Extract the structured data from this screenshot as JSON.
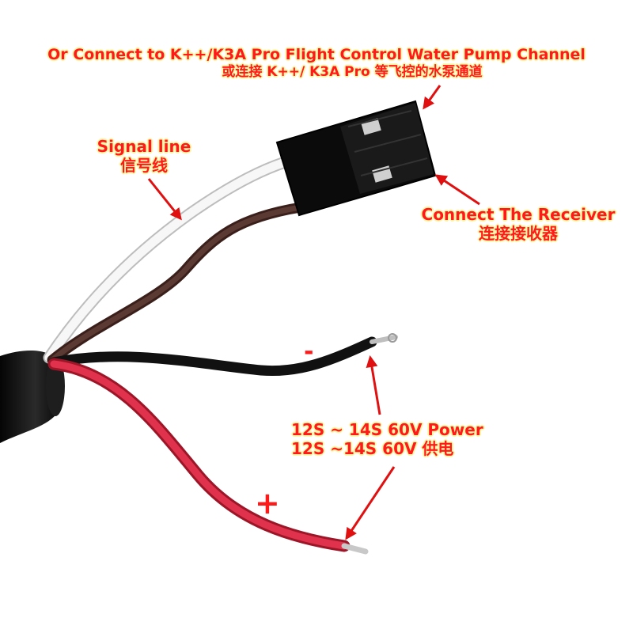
{
  "labels": {
    "flight_control_en": "Or Connect to K++/K3A Pro Flight Control Water Pump Channel",
    "flight_control_zh": "或连接 K++/ K3A Pro 等飞控的水泵通道",
    "signal_en": "Signal line",
    "signal_zh": "信号线",
    "receiver_en": "Connect The Receiver",
    "receiver_zh": "连接接收器",
    "power_en": "12S ~ 14S 60V Power",
    "power_zh": "12S ~14S 60V 供电",
    "minus": "-",
    "plus": "+"
  },
  "colors": {
    "annotation_text": "#ff1a1a",
    "annotation_outline": "#fff7a8",
    "arrow": "#e01010",
    "wire_signal": "#f4f4f4",
    "wire_ground": "#4a2a24",
    "wire_negative": "#151515",
    "wire_positive": "#d8203a",
    "connector": "#0d0d0d",
    "cable_sheath": "#111111"
  },
  "icons": {
    "arrows": "red-pointer-arrow"
  }
}
